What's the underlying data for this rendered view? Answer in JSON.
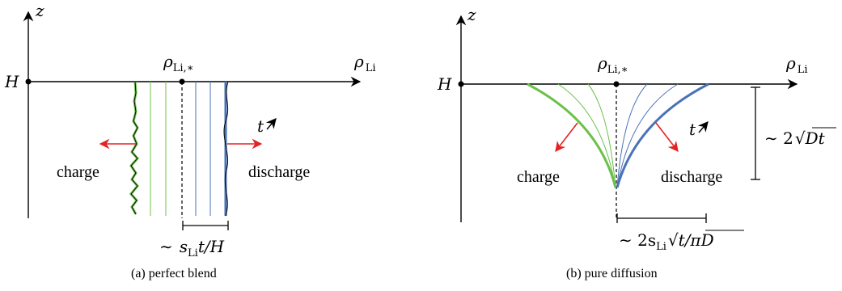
{
  "panel_a": {
    "z_label": "z",
    "h_label": "H",
    "rho_star_label": "ρ",
    "rho_star_sub": "Li,∗",
    "rho_label": "ρ",
    "rho_sub": "Li",
    "t_label": "t",
    "charge_label": "charge",
    "discharge_label": "discharge",
    "width_tilde": "∼",
    "width_s": "s",
    "width_sub": "Li",
    "width_rest": "t/H",
    "caption": "(a) perfect blend"
  },
  "panel_b": {
    "z_label": "z",
    "h_label": "H",
    "rho_star_label": "ρ",
    "rho_star_sub": "Li,∗",
    "rho_label": "ρ",
    "rho_sub": "Li",
    "t_label": "t",
    "charge_label": "charge",
    "discharge_label": "discharge",
    "height_label_pre": "∼ 2",
    "height_label_root": "Dt",
    "width_label_pre": "∼ 2s",
    "width_sub": "Li",
    "width_label_root": "t/πD",
    "caption": "(b) pure diffusion"
  },
  "colors": {
    "charge_green": "#6cc04a",
    "discharge_blue": "#4a72b8",
    "arrow_red": "#e32323",
    "axis": "#000000"
  }
}
